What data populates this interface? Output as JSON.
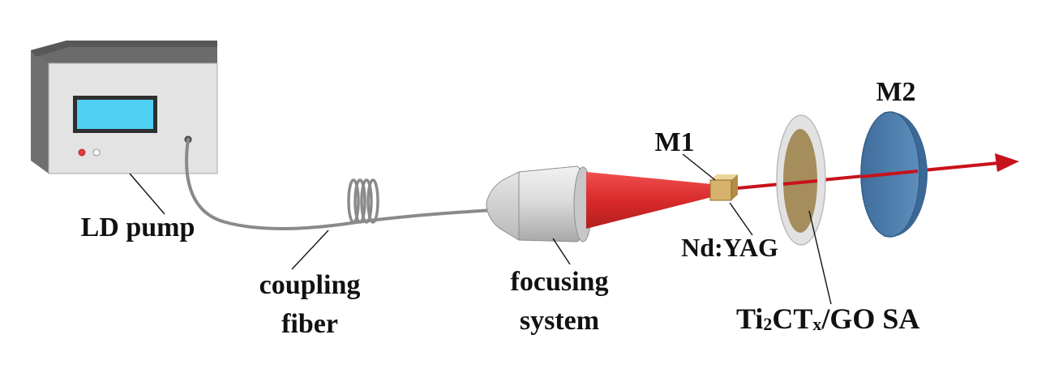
{
  "labels": {
    "ld_pump": "LD pump",
    "coupling_1": "coupling",
    "coupling_2": "fiber",
    "focusing_1": "focusing",
    "focusing_2": "system",
    "m1": "M1",
    "ndyag": "Nd:YAG",
    "sa_ti": "Ti",
    "sa_sub2": "2",
    "sa_ct": "CT",
    "sa_subx": "x",
    "sa_rest": "/GO SA",
    "m2": "M2"
  },
  "colors": {
    "beam": "#c8121b",
    "pump_cone": "#e23232",
    "screen": "#4fd0f5",
    "mirror": "#4f7fae",
    "crystal": "#d7b26c",
    "sa_film": "#a58e5c",
    "fiber": "#8a8a8a"
  }
}
